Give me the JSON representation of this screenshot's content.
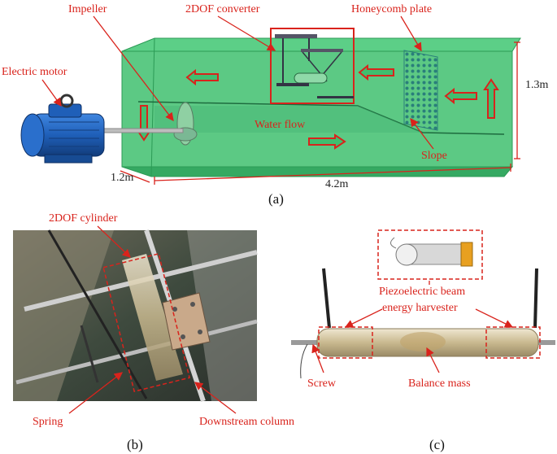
{
  "panel_a": {
    "labels": {
      "impeller": "Impeller",
      "converter": "2DOF converter",
      "honeycomb": "Honeycomb plate",
      "motor": "Electric motor",
      "water_flow": "Water flow",
      "slope": "Slope",
      "height": "1.3m",
      "width": "1.2m",
      "length": "4.2m"
    },
    "caption": "(a)"
  },
  "panel_b": {
    "labels": {
      "cylinder": "2DOF cylinder",
      "spring": "Spring",
      "column": "Downstream column"
    },
    "caption": "(b)"
  },
  "panel_c": {
    "labels": {
      "harvester_line1": "Piezoelectric beam",
      "harvester_line2": "energy harvester",
      "screw": "Screw",
      "balance": "Balance mass"
    },
    "caption": "(c)"
  },
  "colors": {
    "annotation": "#d9231c",
    "tank": "#3fbf6f",
    "motor": "#1f5fb8"
  }
}
